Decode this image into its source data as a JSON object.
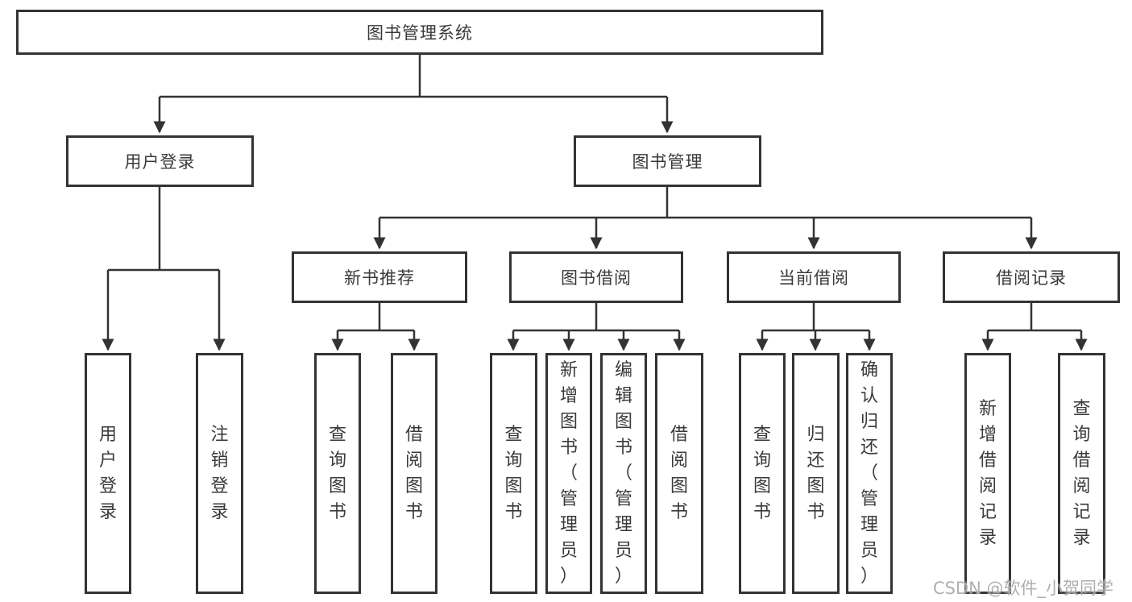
{
  "tree": {
    "root": "图书管理系统",
    "children": [
      {
        "label": "用户登录",
        "children": [
          "用户登录",
          "注销登录"
        ]
      },
      {
        "label": "图书管理",
        "children": [
          {
            "label": "新书推荐",
            "children": [
              "查询图书",
              "借阅图书"
            ]
          },
          {
            "label": "图书借阅",
            "children": [
              "查询图书",
              "新增图书（管理员）",
              "编辑图书（管理员）",
              "借阅图书"
            ]
          },
          {
            "label": "当前借阅",
            "children": [
              "查询图书",
              "归还图书",
              "确认归还（管理员）"
            ]
          },
          {
            "label": "借阅记录",
            "children": [
              "新增借阅记录",
              "查询借阅记录"
            ]
          }
        ]
      }
    ]
  },
  "watermark": {
    "text": "CSDN @软件_小贺同学"
  },
  "colors": {
    "line": "#333333",
    "text": "#3a3a3a",
    "watermark": "#a8a8a8",
    "background": "#ffffff"
  }
}
